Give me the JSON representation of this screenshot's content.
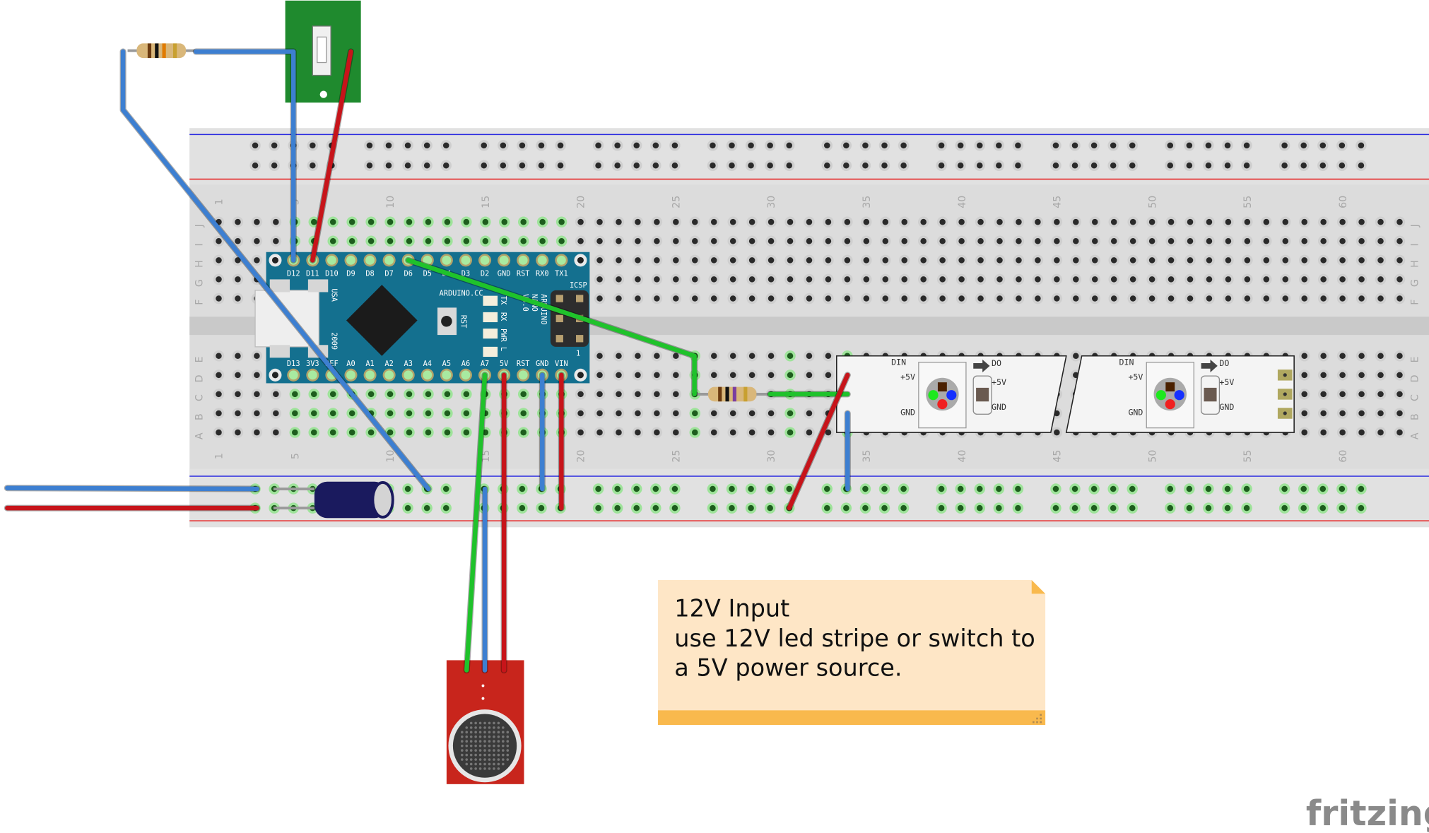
{
  "breadboard": {
    "row_letters_top": [
      "J",
      "I",
      "H",
      "G",
      "F"
    ],
    "row_letters_bottom": [
      "E",
      "D",
      "C",
      "B",
      "A"
    ],
    "column_numbers": [
      "1",
      "5",
      "10",
      "15",
      "20",
      "25",
      "30",
      "35",
      "40",
      "45",
      "50",
      "55",
      "60"
    ]
  },
  "arduino": {
    "top_pins": [
      "D12",
      "D11",
      "D10",
      "D9",
      "D8",
      "D7",
      "D6",
      "D5",
      "D4",
      "D3",
      "D2",
      "GND",
      "RST",
      "RX0",
      "TX1"
    ],
    "bottom_pins": [
      "D13",
      "3V3",
      "REF",
      "A0",
      "A1",
      "A2",
      "A3",
      "A4",
      "A5",
      "A6",
      "A7",
      "5V",
      "RST",
      "GND",
      "VIN"
    ],
    "brand": "ARDUINO.CC",
    "usa": "USA",
    "year": "2009",
    "leds": [
      "TX",
      "RX",
      "PWR",
      "L"
    ],
    "reset": "RST",
    "icsp": "ICSP",
    "icsp_pin1": "1",
    "model_lines": [
      "ARDUINO",
      "NANO",
      "V3.0"
    ]
  },
  "led_strip": {
    "din": "DIN",
    "do": "DO",
    "plus5v": "+5V",
    "gnd": "GND"
  },
  "note": {
    "lines": [
      "12V Input",
      "use 12V led stripe or switch to",
      "a 5V power source."
    ],
    "bg_color": "#fee6c6",
    "band_color": "#f9b94d"
  },
  "logo": "fritzing",
  "colors": {
    "arduino": "#14708f",
    "wire_blue": "#3d7fd1",
    "wire_red": "#c7141a",
    "wire_green": "#1fc22b",
    "breadboard": "#dcdcdc",
    "connected_hole": "#9ee39a"
  }
}
